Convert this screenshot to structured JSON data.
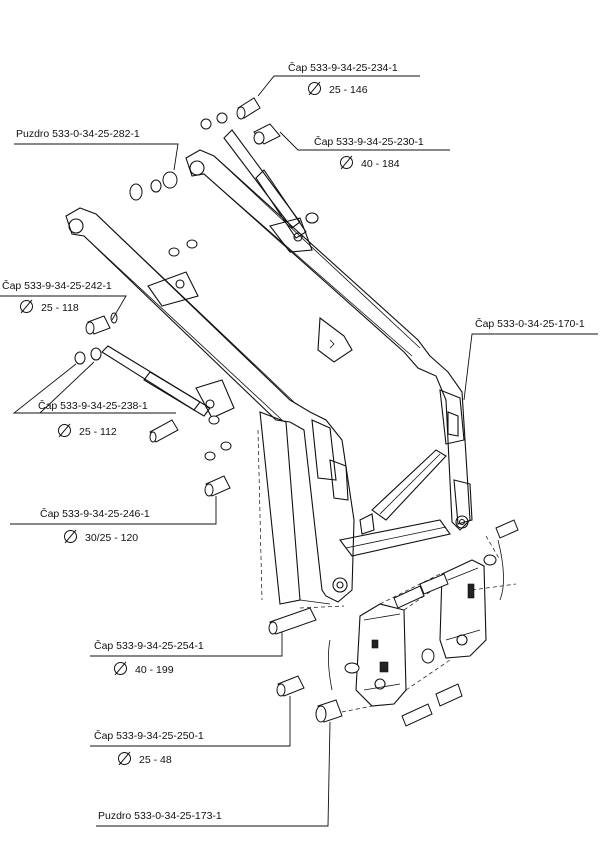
{
  "callouts": [
    {
      "id": "c1",
      "label": "Čap 533-9-34-25-234-1",
      "dim": "25 - 146"
    },
    {
      "id": "c2",
      "label": "Čap 533-9-34-25-230-1",
      "dim": "40 - 184"
    },
    {
      "id": "c3",
      "label": "Puzdro 533-0-34-25-282-1",
      "dim": ""
    },
    {
      "id": "c4",
      "label": "Čap 533-9-34-25-242-1",
      "dim": "25 - 118"
    },
    {
      "id": "c5",
      "label": "Čap 533-0-34-25-170-1",
      "dim": ""
    },
    {
      "id": "c6",
      "label": "Čap 533-9-34-25-238-1",
      "dim": "25 - 112"
    },
    {
      "id": "c7",
      "label": "Čap 533-9-34-25-246-1",
      "dim": "30/25 - 120"
    },
    {
      "id": "c8",
      "label": "Čap 533-9-34-25-254-1",
      "dim": "40 - 199"
    },
    {
      "id": "c9",
      "label": "Čap 533-9-34-25-250-1",
      "dim": "25 - 48"
    },
    {
      "id": "c10",
      "label": "Puzdro 533-0-34-25-173-1",
      "dim": ""
    }
  ]
}
